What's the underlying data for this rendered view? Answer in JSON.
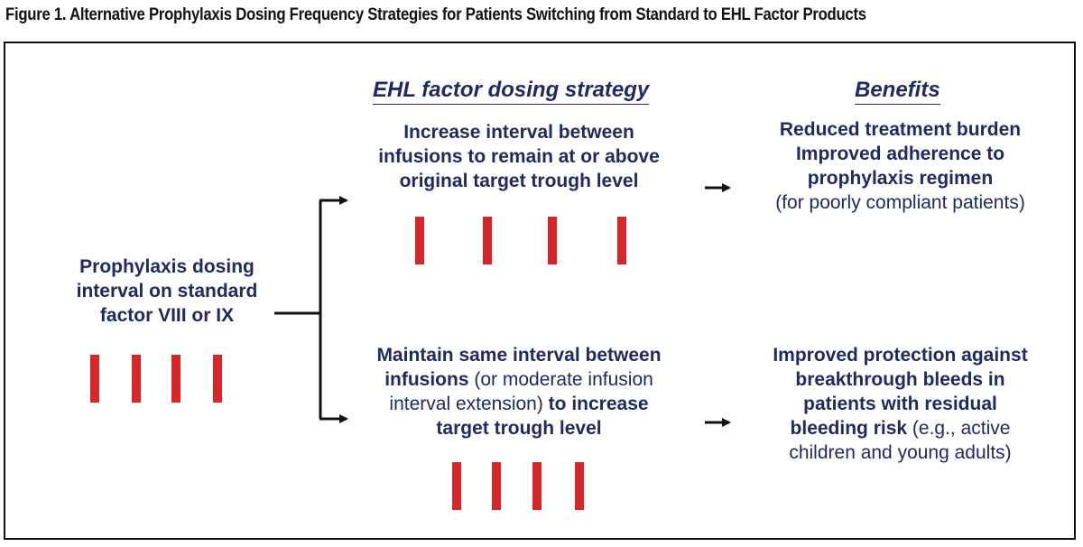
{
  "figure_title": "Figure 1. Alternative Prophylaxis Dosing Frequency Strategies for Patients Switching from Standard to EHL Factor Products",
  "headings": {
    "strategy": "EHL factor dosing strategy",
    "benefits": "Benefits"
  },
  "standard": {
    "lines": [
      "Prophylaxis dosing",
      "interval on standard",
      "factor VIII or IX"
    ],
    "infusion_count": 4
  },
  "strategy_top": {
    "lines": [
      "Increase interval between",
      "infusions to remain at or above",
      "original target trough level"
    ],
    "infusion_count": 4
  },
  "strategy_bottom": {
    "line1": "Maintain same interval between",
    "line2_bold": "infusions",
    "line2_normal": " (or moderate infusion",
    "line3_normal": "interval extension)",
    "line3_bold": " to increase",
    "line4": "target trough level",
    "infusion_count": 4
  },
  "benefit_top": {
    "bold_lines": [
      "Reduced treatment burden",
      "Improved adherence to",
      "prophylaxis regimen"
    ],
    "note": "(for poorly compliant patients)"
  },
  "benefit_bottom": {
    "line1": "Improved protection against",
    "line2": "breakthrough bleeds in",
    "line3": "patients with residual",
    "line4_bold": "bleeding risk",
    "line4_normal": " (e.g., active",
    "line5": "children and young adults)"
  },
  "colors": {
    "text_navy": "#1f2a63",
    "bar_red": "#d6262a",
    "line_black": "#111111"
  }
}
